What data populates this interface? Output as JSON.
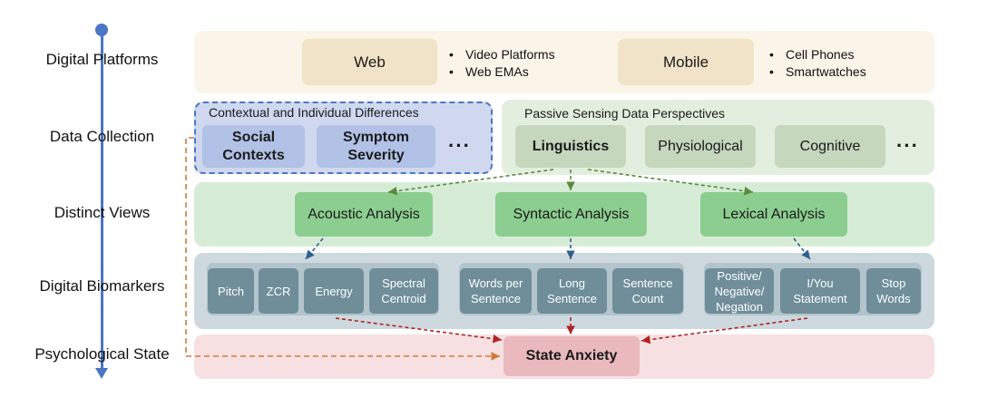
{
  "axis": {
    "levels": [
      "Digital Platforms",
      "Data Collection",
      "Distinct Views",
      "Digital Biomarkers",
      "Psychological State"
    ],
    "color": "#4a76c4"
  },
  "platforms": {
    "web": {
      "label": "Web",
      "items": [
        "Video Platforms",
        "Web EMAs"
      ]
    },
    "mobile": {
      "label": "Mobile",
      "items": [
        "Cell Phones",
        "Smartwatches"
      ]
    },
    "bullet": "•"
  },
  "data_collection": {
    "contextual": {
      "title": "Contextual and Individual Differences",
      "items": [
        "Social\nContexts",
        "Symptom\nSeverity"
      ],
      "more": "···"
    },
    "passive": {
      "title": "Passive Sensing Data Perspectives",
      "items": [
        "Linguistics",
        "Physiological",
        "Cognitive"
      ],
      "more": "···"
    }
  },
  "views": [
    "Acoustic Analysis",
    "Syntactic Analysis",
    "Lexical Analysis"
  ],
  "biomarkers": {
    "acoustic": [
      "Pitch",
      "ZCR",
      "Energy",
      "Spectral\nCentroid"
    ],
    "syntactic": [
      "Words per\nSentence",
      "Long\nSentence",
      "Sentence\nCount"
    ],
    "lexical": [
      "Positive/\nNegative/\nNegation",
      "I/You\nStatement",
      "Stop\nWords"
    ]
  },
  "state": {
    "label": "State Anxiety"
  },
  "colors": {
    "green_arrow": "#5a8a3a",
    "blue_arrow": "#2f5f8f",
    "red_arrow": "#b22222",
    "orange_arrow": "#d07a3c"
  }
}
